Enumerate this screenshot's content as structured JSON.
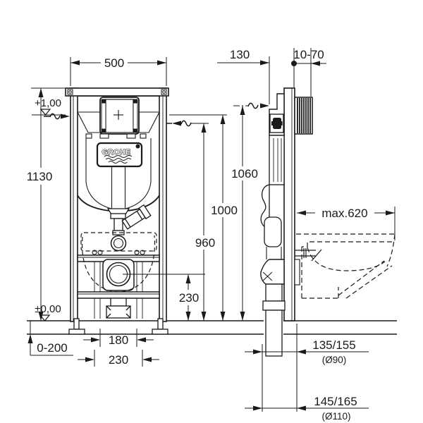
{
  "brand": {
    "logo": "GROHE"
  },
  "dims": {
    "front": {
      "width": "500",
      "height": "1130",
      "level_top": "+1,00",
      "level_zero": "±0,00",
      "floor_adjust": "0-200",
      "fix_inner": "180",
      "fix_outer": "230",
      "outlet_height": "230"
    },
    "heights": {
      "h1060": "1060",
      "h1000": "1000",
      "h960": "960"
    },
    "side": {
      "depth": "130",
      "wall_offset": "10-70",
      "bowl_max": "max.620",
      "outlet90": "135/155",
      "outlet90_dia": "(Ø90)",
      "outlet110": "145/165",
      "outlet110_dia": "(Ø110)"
    }
  }
}
